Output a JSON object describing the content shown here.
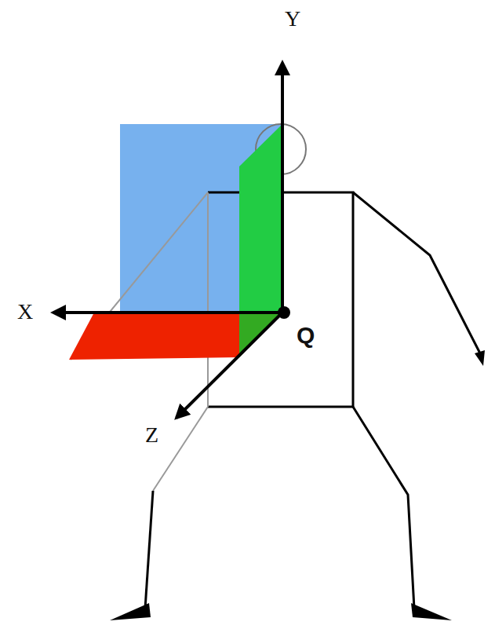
{
  "diagram": {
    "labels": [
      "Y",
      "X",
      "Z",
      "Q"
    ]
  }
}
